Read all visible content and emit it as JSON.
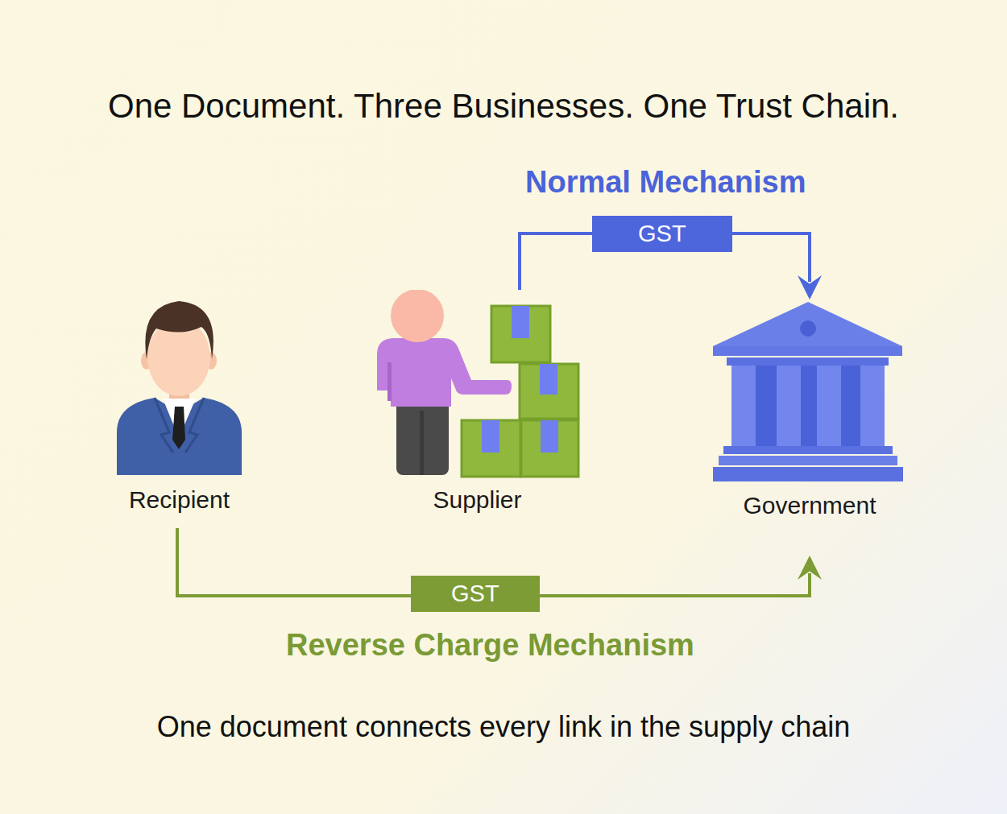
{
  "diagram": {
    "title": "One Document. Three Businesses. One Trust Chain.",
    "caption": "One document connects every link in the supply chain",
    "nodes": [
      {
        "text": [
          "Recipient"
        ]
      },
      {
        "text": [
          "Supplier"
        ]
      },
      {
        "text": [
          "Government"
        ]
      }
    ],
    "edges": [
      {
        "from": 1,
        "to": 2,
        "label": "GST",
        "arrow": "to"
      },
      {
        "from": 0,
        "to": 2,
        "label": "GST",
        "arrow": "to"
      }
    ],
    "labels": [
      "Normal Mechanism",
      "Reverse Charge Mechanism"
    ]
  }
}
